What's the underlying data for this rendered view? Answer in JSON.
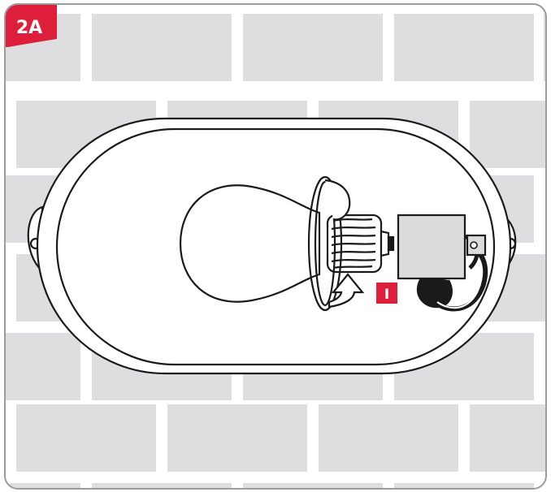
{
  "step_label": "2A",
  "marker_label": "I",
  "colors": {
    "wall_background": "#ffffff",
    "brick": "#dedee0",
    "frame_border": "#9b9b9e",
    "outline": "#1a1a1a",
    "accent_red": "#dd1f3b",
    "connector_box": "#dcdcdc"
  },
  "icons": [
    "brick-wall",
    "oval-lamp-housing",
    "light-bulb",
    "rotate-arrow-icon",
    "terminal-block"
  ]
}
